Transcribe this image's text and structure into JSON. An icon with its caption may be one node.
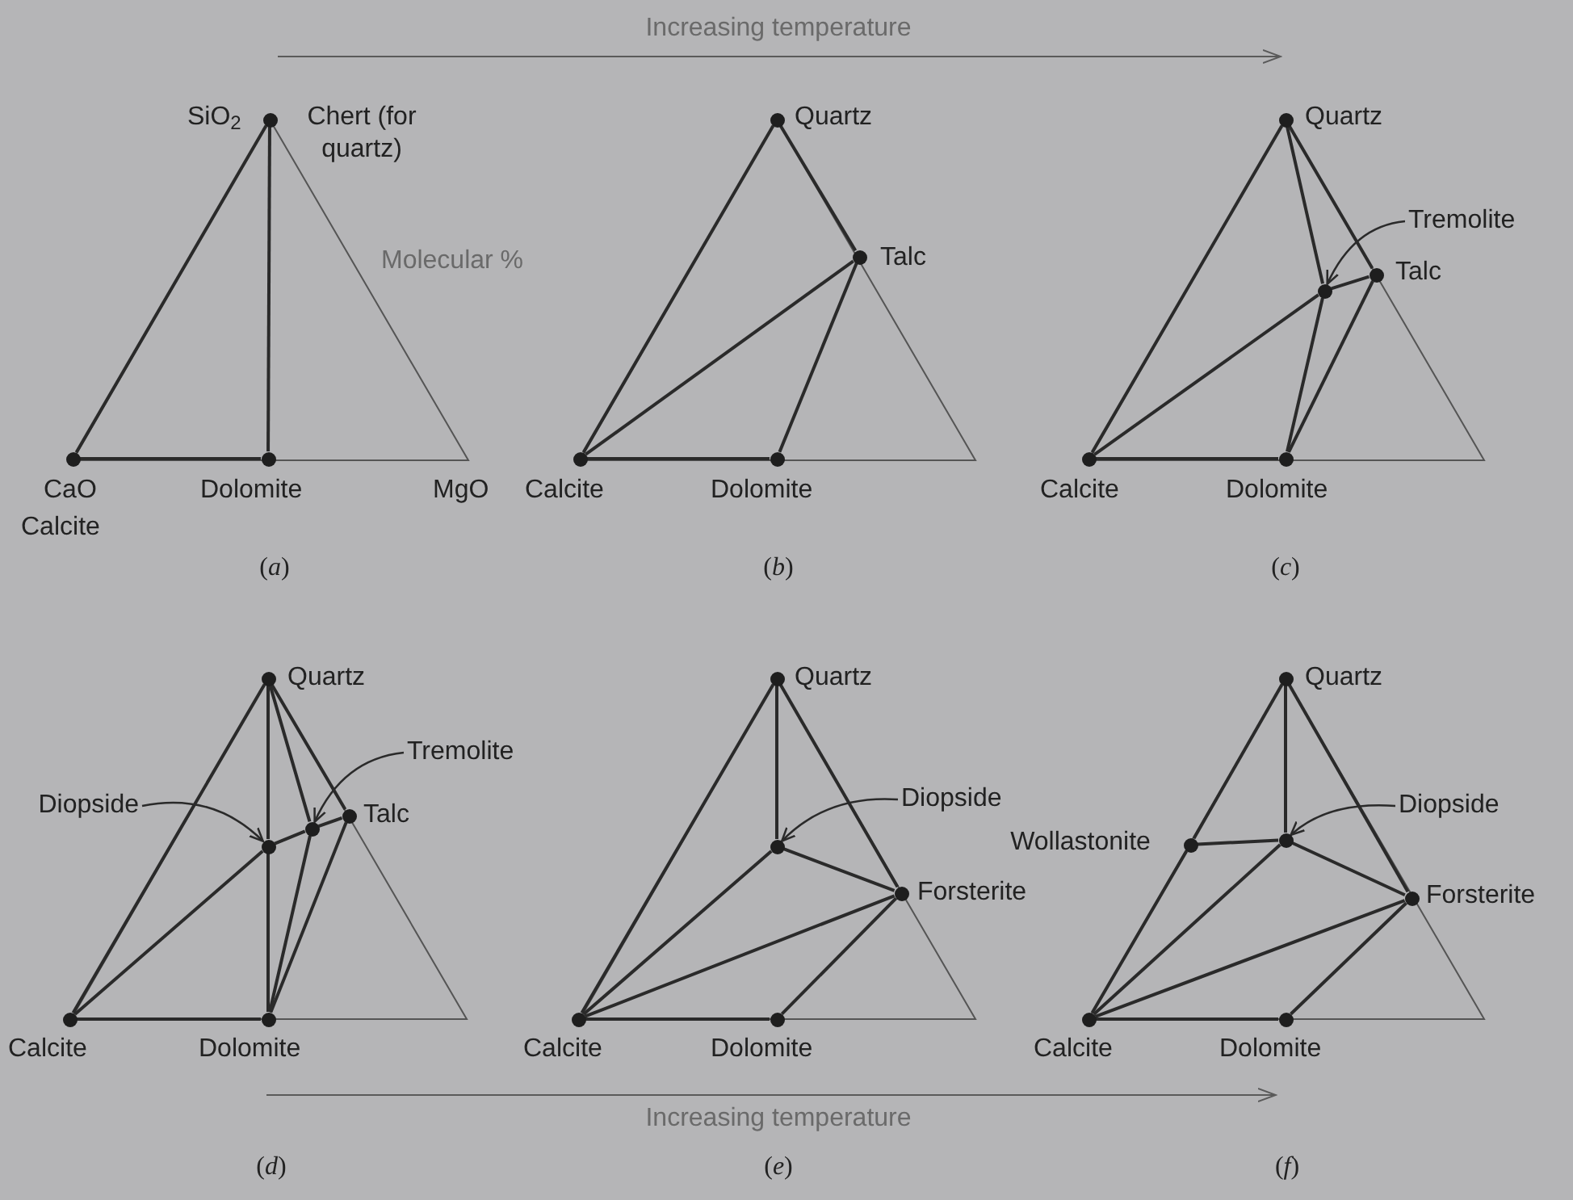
{
  "diagram": {
    "nodes": [
      {
        "text": [],
        "shape": "circle",
        "beside": [
          "SiO$_{2}$",
          "Chert (for quartz)"
        ]
      },
      {
        "text": [],
        "shape": "circle",
        "beside": [
          "CaO",
          "Calcite"
        ]
      },
      {
        "text": [],
        "shape": "circle",
        "beside": [
          "Dolomite"
        ]
      },
      {
        "text": [],
        "shape": "circle",
        "beside": [
          "Quartz"
        ]
      },
      {
        "text": [],
        "shape": "circle",
        "beside": [
          "Talc"
        ]
      },
      {
        "text": [],
        "shape": "circle",
        "beside": [
          "Calcite"
        ]
      },
      {
        "text": [],
        "shape": "circle",
        "beside": [
          "Dolomite"
        ]
      },
      {
        "text": [],
        "shape": "circle",
        "beside": [
          "Quartz"
        ]
      },
      {
        "text": [
          "Tremolite"
        ]
      },
      {
        "text": [],
        "shape": "circle"
      },
      {
        "text": [],
        "shape": "circle",
        "beside": [
          "Talc"
        ]
      },
      {
        "text": [],
        "shape": "circle",
        "beside": [
          "Calcite"
        ]
      },
      {
        "text": [],
        "shape": "circle",
        "beside": [
          "Dolomite"
        ]
      },
      {
        "text": [],
        "shape": "circle",
        "beside": [
          "Quartz"
        ]
      },
      {
        "text": [
          "Tremolite"
        ]
      },
      {
        "text": [
          "Diopside"
        ]
      },
      {
        "text": [],
        "shape": "circle"
      },
      {
        "text": [],
        "shape": "circle"
      },
      {
        "text": [],
        "shape": "circle",
        "beside": [
          "Talc"
        ]
      },
      {
        "text": [],
        "shape": "circle",
        "beside": [
          "Calcite"
        ]
      },
      {
        "text": [],
        "shape": "circle",
        "beside": [
          "Dolomite"
        ]
      },
      {
        "text": [],
        "shape": "circle",
        "beside": [
          "Quartz"
        ]
      },
      {
        "text": [
          "Diopside"
        ]
      },
      {
        "text": [],
        "shape": "circle"
      },
      {
        "text": [],
        "shape": "circle",
        "beside": [
          "Forsterite"
        ]
      },
      {
        "text": [],
        "shape": "circle",
        "beside": [
          "Calcite"
        ]
      },
      {
        "text": [],
        "shape": "circle",
        "beside": [
          "Dolomite"
        ]
      },
      {
        "text": [],
        "shape": "circle",
        "beside": [
          "Quartz"
        ]
      },
      {
        "text": [
          "Diopside"
        ]
      },
      {
        "text": [],
        "shape": "circle",
        "beside": [
          "Wollastonite"
        ]
      },
      {
        "text": [],
        "shape": "circle"
      },
      {
        "text": [],
        "shape": "circle",
        "beside": [
          "Forsterite"
        ]
      },
      {
        "text": [],
        "shape": "circle",
        "beside": [
          "Calcite"
        ]
      },
      {
        "text": [],
        "shape": "circle",
        "beside": [
          "Dolomite"
        ]
      }
    ],
    "edges": [
      {
        "from": 0,
        "to": 1,
        "arrow": "none"
      },
      {
        "from": 0,
        "to": 2,
        "arrow": "none"
      },
      {
        "from": 1,
        "to": 2,
        "arrow": "none"
      },
      {
        "from": 3,
        "to": 5,
        "arrow": "none"
      },
      {
        "from": 3,
        "to": 4,
        "arrow": "none"
      },
      {
        "from": 4,
        "to": 5,
        "arrow": "none"
      },
      {
        "from": 4,
        "to": 6,
        "arrow": "none"
      },
      {
        "from": 5,
        "to": 6,
        "arrow": "none"
      },
      {
        "from": 7,
        "to": 11,
        "arrow": "none"
      },
      {
        "from": 7,
        "to": 9,
        "arrow": "none"
      },
      {
        "from": 7,
        "to": 10,
        "arrow": "none"
      },
      {
        "from": 9,
        "to": 10,
        "arrow": "none"
      },
      {
        "from": 9,
        "to": 11,
        "arrow": "none"
      },
      {
        "from": 9,
        "to": 12,
        "arrow": "none"
      },
      {
        "from": 10,
        "to": 12,
        "arrow": "none"
      },
      {
        "from": 11,
        "to": 12,
        "arrow": "none"
      },
      {
        "from": 8,
        "to": 9,
        "arrow": "to"
      },
      {
        "from": 13,
        "to": 19,
        "arrow": "none"
      },
      {
        "from": 13,
        "to": 16,
        "arrow": "none"
      },
      {
        "from": 16,
        "to": 20,
        "arrow": "none"
      },
      {
        "from": 13,
        "to": 17,
        "arrow": "none"
      },
      {
        "from": 13,
        "to": 18,
        "arrow": "none"
      },
      {
        "from": 16,
        "to": 17,
        "arrow": "none"
      },
      {
        "from": 17,
        "to": 18,
        "arrow": "none"
      },
      {
        "from": 19,
        "to": 16,
        "arrow": "none"
      },
      {
        "from": 17,
        "to": 20,
        "arrow": "none"
      },
      {
        "from": 18,
        "to": 20,
        "arrow": "none"
      },
      {
        "from": 19,
        "to": 20,
        "arrow": "none"
      },
      {
        "from": 14,
        "to": 17,
        "arrow": "to"
      },
      {
        "from": 15,
        "to": 16,
        "arrow": "to"
      },
      {
        "from": 21,
        "to": 25,
        "arrow": "none"
      },
      {
        "from": 21,
        "to": 23,
        "arrow": "none"
      },
      {
        "from": 21,
        "to": 24,
        "arrow": "none"
      },
      {
        "from": 23,
        "to": 25,
        "arrow": "none"
      },
      {
        "from": 23,
        "to": 24,
        "arrow": "none"
      },
      {
        "from": 25,
        "to": 24,
        "arrow": "none"
      },
      {
        "from": 24,
        "to": 26,
        "arrow": "none"
      },
      {
        "from": 25,
        "to": 26,
        "arrow": "none"
      },
      {
        "from": 22,
        "to": 23,
        "arrow": "to"
      },
      {
        "from": 27,
        "to": 29,
        "arrow": "none"
      },
      {
        "from": 29,
        "to": 32,
        "arrow": "none"
      },
      {
        "from": 27,
        "to": 30,
        "arrow": "none"
      },
      {
        "from": 27,
        "to": 31,
        "arrow": "none"
      },
      {
        "from": 29,
        "to": 30,
        "arrow": "none"
      },
      {
        "from": 30,
        "to": 32,
        "arrow": "none"
      },
      {
        "from": 30,
        "to": 31,
        "arrow": "none"
      },
      {
        "from": 32,
        "to": 31,
        "arrow": "none"
      },
      {
        "from": 31,
        "to": 33,
        "arrow": "none"
      },
      {
        "from": 32,
        "to": 33,
        "arrow": "none"
      },
      {
        "from": 28,
        "to": 30,
        "arrow": "to"
      }
    ],
    "labels": [
      "Increasing temperature",
      "Molecular %",
      "MgO",
      "(*a*)",
      "(*b*)",
      "(*c*)",
      "Increasing temperature",
      "(*d*)",
      "(*e*)",
      "(*f*)"
    ]
  }
}
